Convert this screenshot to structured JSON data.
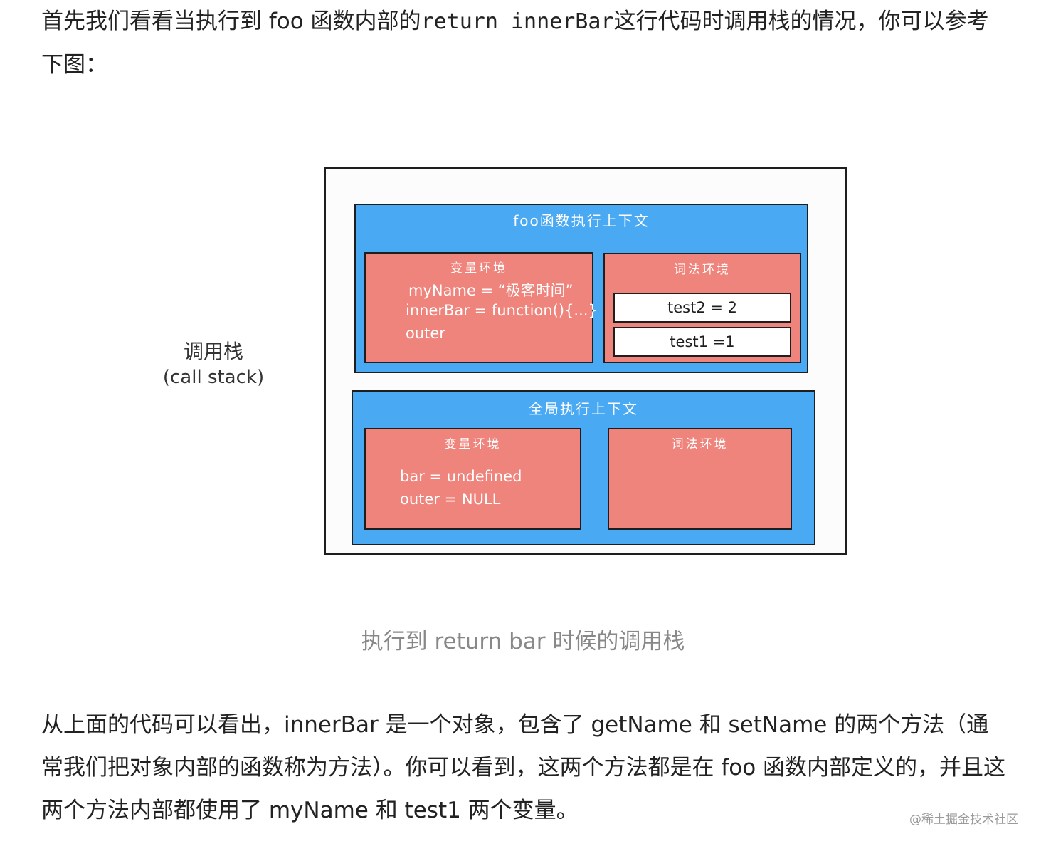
{
  "intro": {
    "p1": "首先我们看看当执行到 foo 函数内部的",
    "code": "return innerBar",
    "p2": "这行代码时调用栈的情况，你可以参考下图："
  },
  "stack_label": {
    "line1": "调用栈",
    "line2": "(call stack)"
  },
  "foo_context": {
    "title": "foo函数执行上下文",
    "variable_env": {
      "title": "变量环境",
      "lines": [
        "myName = “极客时间”",
        "innerBar = function(){...}",
        "outer"
      ]
    },
    "lexical_env": {
      "title": "词法环境",
      "items": [
        "test2 = 2",
        "test1 =1"
      ]
    }
  },
  "global_context": {
    "title": "全局执行上下文",
    "variable_env": {
      "title": "变量环境",
      "lines": [
        "bar =  undefined",
        "outer = NULL"
      ]
    },
    "lexical_env": {
      "title": "词法环境"
    }
  },
  "caption": "执行到 return bar 时候的调用栈",
  "conclusion": "从上面的代码可以看出，innerBar 是一个对象，包含了 getName 和 setName 的两个方法（通常我们把对象内部的函数称为方法）。你可以看到，这两个方法都是在 foo 函数内部定义的，并且这两个方法内部都使用了 myName 和 test1 两个变量。",
  "watermark": "@稀土掘金技术社区"
}
